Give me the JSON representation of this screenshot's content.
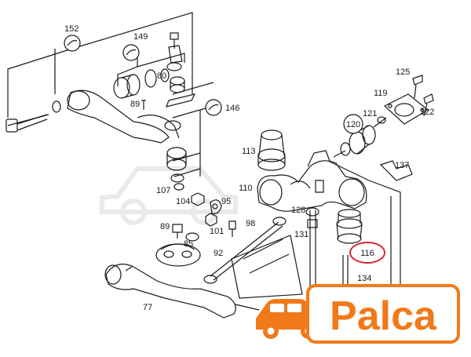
{
  "diagram": {
    "part_numbers": {
      "p152": "152",
      "p149": "149",
      "p80": "80",
      "p89a": "89",
      "p146": "146",
      "p125": "125",
      "p119": "119",
      "p122": "122",
      "p121": "121",
      "p120": "120",
      "p113": "113",
      "p137": "137",
      "p110": "110",
      "p107": "107",
      "p104": "104",
      "p95": "95",
      "p89b": "89",
      "p85": "85",
      "p101": "101",
      "p98": "98",
      "p128": "128",
      "p131": "131",
      "p92": "92",
      "p116": "116",
      "p134": "134",
      "p77": "77"
    },
    "highlighted_part": "116",
    "highlight_color": "#d8262e",
    "line_color": "#1a1a1a"
  },
  "logo": {
    "text": "Palca",
    "brand_color": "#f07a1a",
    "icon": "car-icon"
  }
}
